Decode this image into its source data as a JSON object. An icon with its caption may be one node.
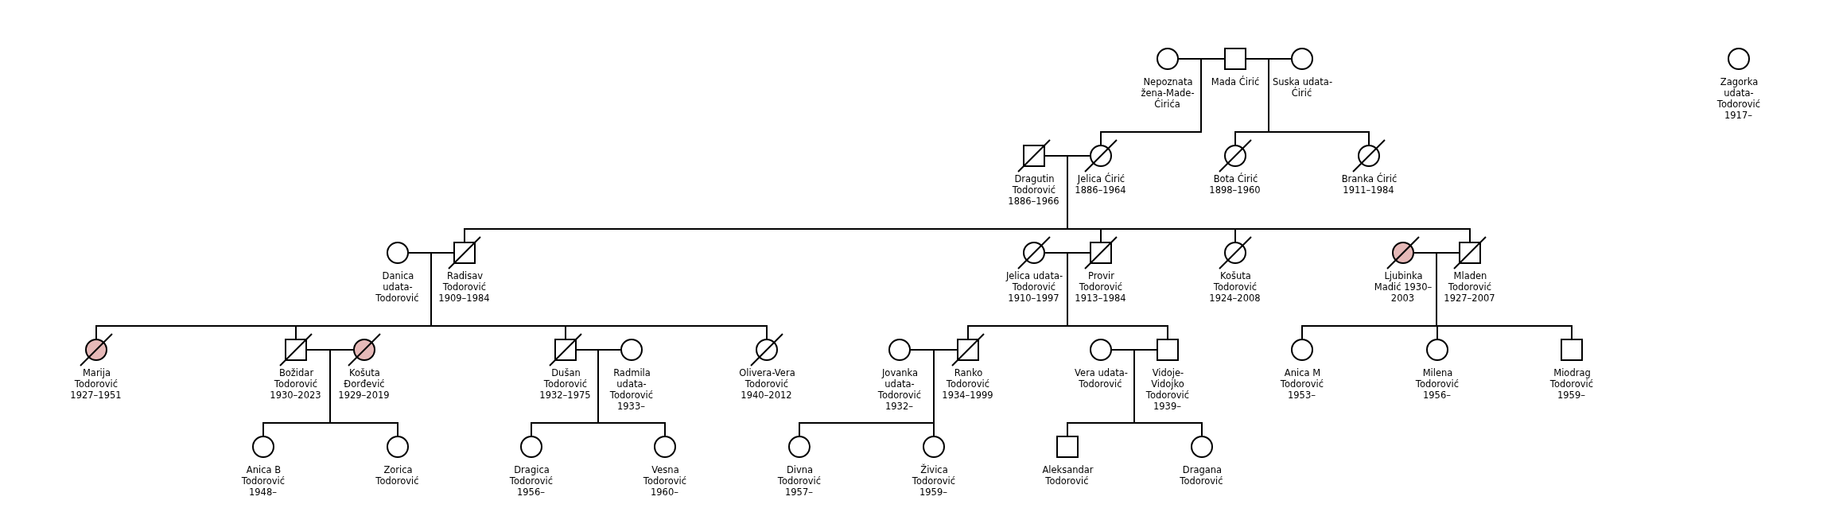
{
  "diagram": {
    "nodes": [
      {
        "text": [
          "Nepoznata žena-Made-Ćirića"
        ]
      },
      {
        "text": [
          "Mada Ćirić"
        ]
      },
      {
        "text": [
          "Suska udata-Ćirić"
        ]
      },
      {
        "text": [
          "Zagorka udata-Todorović 1917–"
        ]
      },
      {
        "text": [
          "Dragutin Todorović 1886–1966"
        ]
      },
      {
        "text": [
          "Jelica Ćirić 1886–1964"
        ]
      },
      {
        "text": [
          "Bota Ćirić 1898–1960"
        ]
      },
      {
        "text": [
          "Branka Ćirić 1911–1984"
        ]
      },
      {
        "text": [
          "Danica udata-Todorović"
        ]
      },
      {
        "text": [
          "Radisav Todorović 1909–1984"
        ]
      },
      {
        "text": [
          "Jelica udata-Todorović 1910–1997"
        ]
      },
      {
        "text": [
          "Provir Todorović 1913–1984"
        ]
      },
      {
        "text": [
          "Košuta Todorović 1924–2008"
        ]
      },
      {
        "text": [
          "Ljubinka Madić 1930–2003"
        ]
      },
      {
        "text": [
          "Mladen Todorović 1927–2007"
        ]
      },
      {
        "text": [
          "Marija Todorović 1927–1951"
        ]
      },
      {
        "text": [
          "Božidar Todorović 1930–2023"
        ]
      },
      {
        "text": [
          "Košuta Đorđević 1929–2019"
        ]
      },
      {
        "text": [
          "Dušan Todorović 1932–1975"
        ]
      },
      {
        "text": [
          "Radmila udata-Todorović 1933–"
        ]
      },
      {
        "text": [
          "Olivera-Vera Todorović 1940–2012"
        ]
      },
      {
        "text": [
          "Jovanka udata-Todorović 1932–"
        ]
      },
      {
        "text": [
          "Ranko Todorović 1934–1999"
        ]
      },
      {
        "text": [
          "Vera udata-Todorović"
        ]
      },
      {
        "text": [
          "Vidoje-Vidojko Todorović 1939–"
        ]
      },
      {
        "text": [
          "Anica M Todorović 1953–"
        ]
      },
      {
        "text": [
          "Milena Todorović 1956–"
        ]
      },
      {
        "text": [
          "Miodrag Todorović 1959–"
        ]
      },
      {
        "text": [
          "Anica B Todorović 1948–"
        ]
      },
      {
        "text": [
          "Zorica Todorović"
        ]
      },
      {
        "text": [
          "Dragica Todorović 1956–"
        ]
      },
      {
        "text": [
          "Vesna Todorović 1960–"
        ]
      },
      {
        "text": [
          "Divna Todorović 1957–"
        ]
      },
      {
        "text": [
          "Živica Todorović 1959–"
        ]
      },
      {
        "text": [
          "Aleksandar Todorović"
        ]
      },
      {
        "text": [
          "Dragana Todorović"
        ]
      }
    ],
    "edges": [
      {
        "from": 0,
        "to": 1,
        "arrow": "none"
      },
      {
        "from": 1,
        "to": 2,
        "arrow": "none"
      },
      {
        "from": 0,
        "to": 5,
        "arrow": "none"
      },
      {
        "from": 1,
        "to": 5,
        "arrow": "none"
      },
      {
        "from": 1,
        "to": 6,
        "arrow": "none"
      },
      {
        "from": 2,
        "to": 6,
        "arrow": "none"
      },
      {
        "from": 1,
        "to": 7,
        "arrow": "none"
      },
      {
        "from": 2,
        "to": 7,
        "arrow": "none"
      },
      {
        "from": 4,
        "to": 5,
        "arrow": "none"
      },
      {
        "from": 4,
        "to": 9,
        "arrow": "none"
      },
      {
        "from": 5,
        "to": 9,
        "arrow": "none"
      },
      {
        "from": 4,
        "to": 11,
        "arrow": "none"
      },
      {
        "from": 5,
        "to": 11,
        "arrow": "none"
      },
      {
        "from": 4,
        "to": 12,
        "arrow": "none"
      },
      {
        "from": 5,
        "to": 12,
        "arrow": "none"
      },
      {
        "from": 4,
        "to": 14,
        "arrow": "none"
      },
      {
        "from": 5,
        "to": 14,
        "arrow": "none"
      },
      {
        "from": 8,
        "to": 9,
        "arrow": "none"
      },
      {
        "from": 8,
        "to": 15,
        "arrow": "none"
      },
      {
        "from": 9,
        "to": 15,
        "arrow": "none"
      },
      {
        "from": 8,
        "to": 16,
        "arrow": "none"
      },
      {
        "from": 9,
        "to": 16,
        "arrow": "none"
      },
      {
        "from": 8,
        "to": 18,
        "arrow": "none"
      },
      {
        "from": 9,
        "to": 18,
        "arrow": "none"
      },
      {
        "from": 8,
        "to": 20,
        "arrow": "none"
      },
      {
        "from": 9,
        "to": 20,
        "arrow": "none"
      },
      {
        "from": 10,
        "to": 11,
        "arrow": "none"
      },
      {
        "from": 10,
        "to": 22,
        "arrow": "none"
      },
      {
        "from": 11,
        "to": 22,
        "arrow": "none"
      },
      {
        "from": 10,
        "to": 24,
        "arrow": "none"
      },
      {
        "from": 11,
        "to": 24,
        "arrow": "none"
      },
      {
        "from": 13,
        "to": 14,
        "arrow": "none"
      },
      {
        "from": 13,
        "to": 25,
        "arrow": "none"
      },
      {
        "from": 14,
        "to": 25,
        "arrow": "none"
      },
      {
        "from": 13,
        "to": 26,
        "arrow": "none"
      },
      {
        "from": 14,
        "to": 26,
        "arrow": "none"
      },
      {
        "from": 13,
        "to": 27,
        "arrow": "none"
      },
      {
        "from": 14,
        "to": 27,
        "arrow": "none"
      },
      {
        "from": 16,
        "to": 17,
        "arrow": "none"
      },
      {
        "from": 16,
        "to": 28,
        "arrow": "none"
      },
      {
        "from": 17,
        "to": 28,
        "arrow": "none"
      },
      {
        "from": 16,
        "to": 29,
        "arrow": "none"
      },
      {
        "from": 17,
        "to": 29,
        "arrow": "none"
      },
      {
        "from": 18,
        "to": 19,
        "arrow": "none"
      },
      {
        "from": 18,
        "to": 30,
        "arrow": "none"
      },
      {
        "from": 19,
        "to": 30,
        "arrow": "none"
      },
      {
        "from": 18,
        "to": 31,
        "arrow": "none"
      },
      {
        "from": 19,
        "to": 31,
        "arrow": "none"
      },
      {
        "from": 21,
        "to": 22,
        "arrow": "none"
      },
      {
        "from": 21,
        "to": 32,
        "arrow": "none"
      },
      {
        "from": 22,
        "to": 32,
        "arrow": "none"
      },
      {
        "from": 21,
        "to": 33,
        "arrow": "none"
      },
      {
        "from": 22,
        "to": 33,
        "arrow": "none"
      },
      {
        "from": 23,
        "to": 24,
        "arrow": "none"
      },
      {
        "from": 23,
        "to": 34,
        "arrow": "none"
      },
      {
        "from": 24,
        "to": 34,
        "arrow": "none"
      },
      {
        "from": 23,
        "to": 35,
        "arrow": "none"
      },
      {
        "from": 24,
        "to": 35,
        "arrow": "none"
      }
    ]
  }
}
